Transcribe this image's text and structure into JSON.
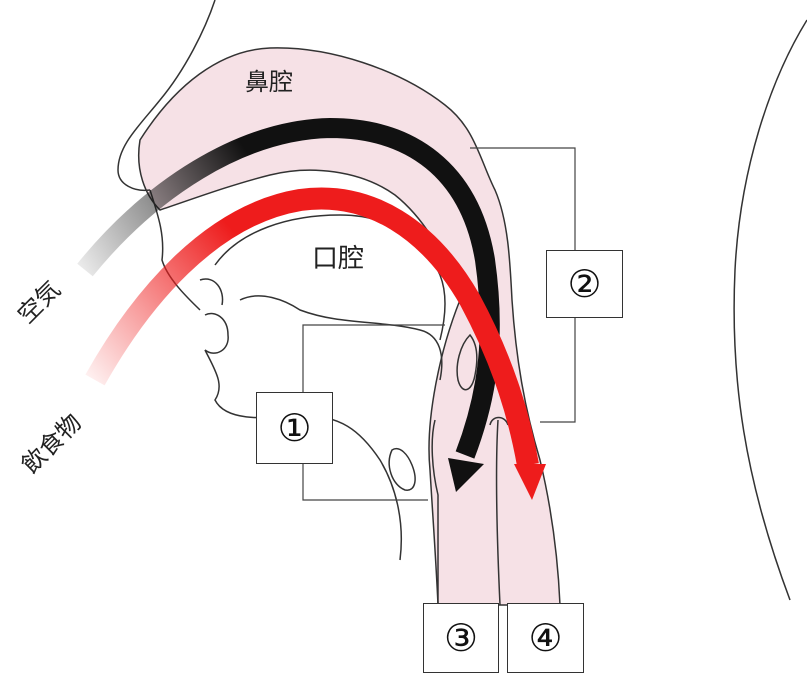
{
  "labels": {
    "nasal_cavity": "鼻腔",
    "oral_cavity": "口腔",
    "air": "空気",
    "food": "飲食物"
  },
  "callouts": [
    "①",
    "②",
    "③",
    "④"
  ],
  "colors": {
    "tissue": "#f6e1e6",
    "outline": "#333333",
    "air_arrow": "#111111",
    "food_arrow": "#ee1c1c"
  }
}
